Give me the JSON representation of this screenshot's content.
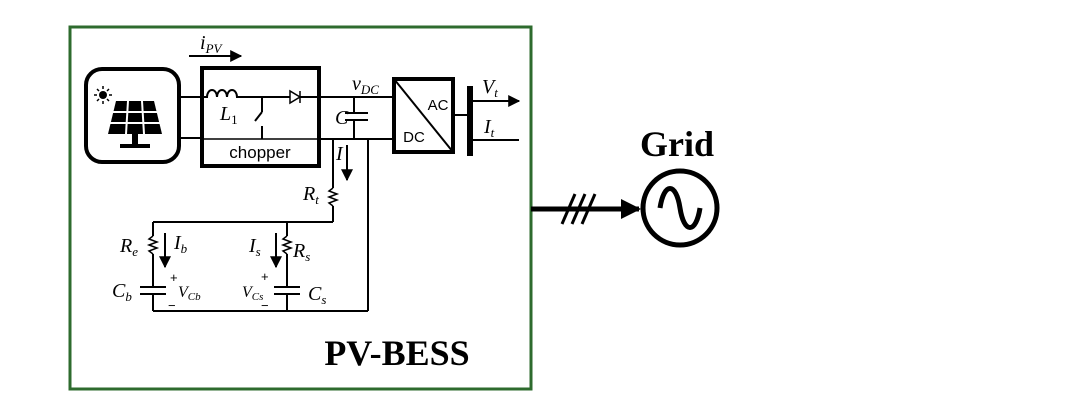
{
  "system_label": "PV-BESS",
  "grid_label": "Grid",
  "chopper_label": "chopper",
  "converter": {
    "top_label": "AC",
    "bottom_label": "DC"
  },
  "components": {
    "inductor": "L",
    "inductor_sub": "1",
    "dc_capacitor": "C",
    "dc_link_resistor": "R",
    "dc_link_resistor_sub": "t",
    "battery_resistor": "R",
    "battery_resistor_sub": "e",
    "battery_capacitor": "C",
    "battery_capacitor_sub": "b",
    "sc_resistor": "R",
    "sc_resistor_sub": "s",
    "sc_capacitor": "C",
    "sc_capacitor_sub": "s"
  },
  "signals": {
    "pv_current": "i",
    "pv_current_sub": "PV",
    "dc_voltage": "v",
    "dc_voltage_sub": "DC",
    "terminal_voltage": "V",
    "terminal_voltage_sub": "t",
    "terminal_current": "I",
    "terminal_current_sub": "t",
    "link_current": "I",
    "battery_current": "I",
    "battery_current_sub": "b",
    "sc_current": "I",
    "sc_current_sub": "s",
    "battery_voltage": "V",
    "battery_voltage_sub": "Cb",
    "sc_voltage": "V",
    "sc_voltage_sub": "Cs"
  },
  "polarity": {
    "plus": "+",
    "minus": "−"
  },
  "colors": {
    "border": "#2e6b2e",
    "line": "#000000"
  },
  "icons": [
    "solar-panel-icon",
    "sun-icon",
    "ac-source-icon",
    "diode-icon",
    "switch-icon",
    "three-phase-slash-icon"
  ]
}
